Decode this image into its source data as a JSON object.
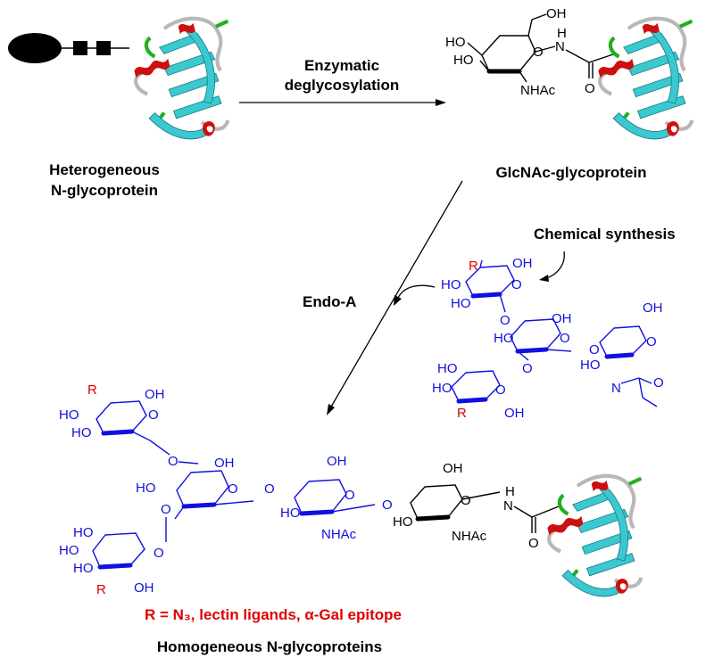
{
  "labels": {
    "heterogeneous": "Heterogeneous",
    "n_glycoprotein": "N-glycoprotein",
    "enzymatic": "Enzymatic",
    "deglycosylation": "deglycosylation",
    "glcnac_glycoprotein": "GlcNAc-glycoprotein",
    "chemical_synthesis": "Chemical synthesis",
    "endo_a": "Endo-A",
    "r_definition": "R = N₃, lectin ligands, α-Gal epitope",
    "homogeneous": "Homogeneous N-glycoproteins"
  },
  "atoms": {
    "oh": "OH",
    "ho": "HO",
    "o": "O",
    "n": "N",
    "h": "H",
    "nhac": "NHAc",
    "r": "R"
  },
  "colors": {
    "glycan_blue": "#1010e0",
    "substituent_red": "#e00000",
    "helix_red": "#cc1010",
    "strand_cyan": "#3cc8d0",
    "loop_gray": "#b8b8b8",
    "loop_green": "#20b020"
  },
  "icons": {
    "protein": "protein-ribbon-icon",
    "glycan_oval": "glycan-oval-icon",
    "glycan_square": "glycan-square-icon"
  }
}
